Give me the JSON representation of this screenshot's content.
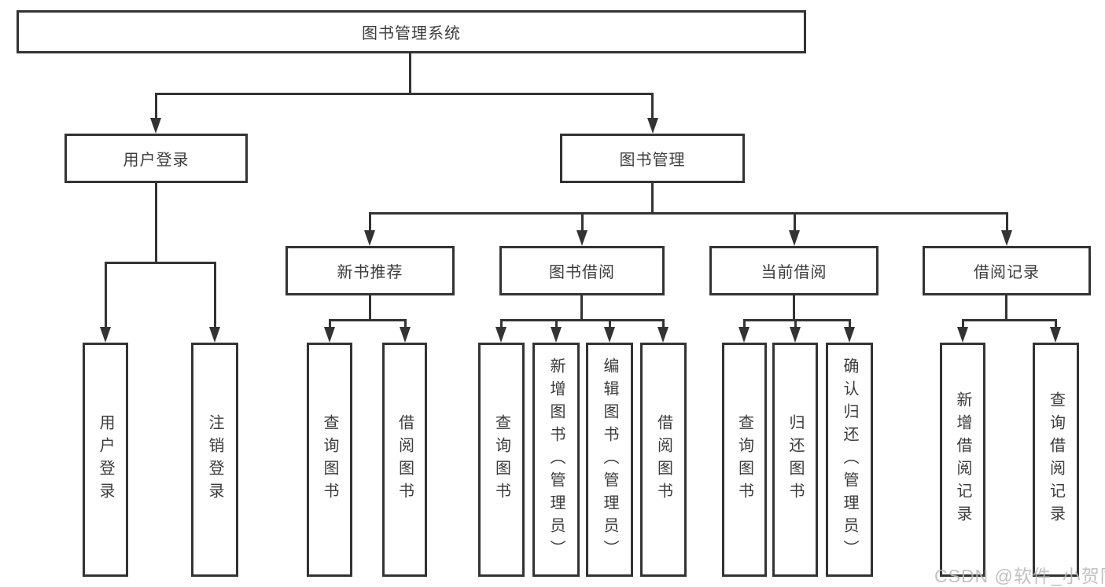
{
  "colors": {
    "line": "#333333",
    "box_border": "#333333",
    "text": "#3c3c3c",
    "background": "#ffffff",
    "watermark": "#b9b9b9"
  },
  "nodes": {
    "root": {
      "label": "图书管理系统"
    },
    "user_login": {
      "label": "用户登录"
    },
    "book_mgmt": {
      "label": "图书管理"
    },
    "new_book_rec": {
      "label": "新书推荐"
    },
    "book_borrow": {
      "label": "图书借阅"
    },
    "current_borrow": {
      "label": "当前借阅"
    },
    "borrow_records": {
      "label": "借阅记录"
    },
    "leaf_user_login": {
      "label": "用户登录"
    },
    "leaf_logout": {
      "label": "注销登录"
    },
    "leaf_nb_query": {
      "label": "查询图书"
    },
    "leaf_nb_borrow": {
      "label": "借阅图书"
    },
    "leaf_bb_query": {
      "label": "查询图书"
    },
    "leaf_bb_add": {
      "label": "新增图书（管理员）"
    },
    "leaf_bb_edit": {
      "label": "编辑图书（管理员）"
    },
    "leaf_bb_borrow": {
      "label": "借阅图书"
    },
    "leaf_cb_query": {
      "label": "查询图书"
    },
    "leaf_cb_return": {
      "label": "归还图书"
    },
    "leaf_cb_confirm": {
      "label": "确认归还（管理员）"
    },
    "leaf_br_add": {
      "label": "新增借阅记录"
    },
    "leaf_br_query": {
      "label": "查询借阅记录"
    }
  },
  "watermark": {
    "text": "CSDN @软件_小贺同学"
  }
}
